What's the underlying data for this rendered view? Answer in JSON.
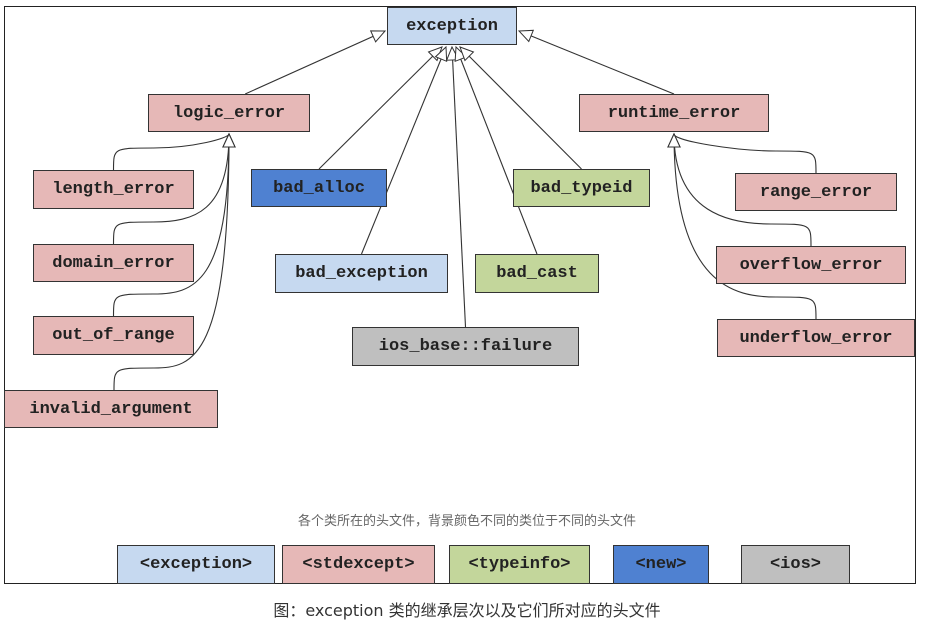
{
  "colors": {
    "exception": "#c6d9f0",
    "stdexcept": "#e6b8b7",
    "typeinfo": "#c3d69b",
    "new": "#4f81d1",
    "ios": "#bfbfbf"
  },
  "nodes": {
    "exception": {
      "label": "exception",
      "header": "exception"
    },
    "logic_error": {
      "label": "logic_error",
      "header": "stdexcept"
    },
    "runtime_error": {
      "label": "runtime_error",
      "header": "stdexcept"
    },
    "length_error": {
      "label": "length_error",
      "header": "stdexcept"
    },
    "domain_error": {
      "label": "domain_error",
      "header": "stdexcept"
    },
    "out_of_range": {
      "label": "out_of_range",
      "header": "stdexcept"
    },
    "invalid_argument": {
      "label": "invalid_argument",
      "header": "stdexcept"
    },
    "bad_alloc": {
      "label": "bad_alloc",
      "header": "new"
    },
    "bad_exception": {
      "label": "bad_exception",
      "header": "exception"
    },
    "ios_base_failure": {
      "label": "ios_base::failure",
      "header": "ios"
    },
    "bad_cast": {
      "label": "bad_cast",
      "header": "typeinfo"
    },
    "bad_typeid": {
      "label": "bad_typeid",
      "header": "typeinfo"
    },
    "range_error": {
      "label": "range_error",
      "header": "stdexcept"
    },
    "overflow_error": {
      "label": "overflow_error",
      "header": "stdexcept"
    },
    "underflow_error": {
      "label": "underflow_error",
      "header": "stdexcept"
    }
  },
  "edges": [
    [
      "logic_error",
      "exception"
    ],
    [
      "runtime_error",
      "exception"
    ],
    [
      "bad_alloc",
      "exception"
    ],
    [
      "bad_exception",
      "exception"
    ],
    [
      "ios_base_failure",
      "exception"
    ],
    [
      "bad_cast",
      "exception"
    ],
    [
      "bad_typeid",
      "exception"
    ],
    [
      "length_error",
      "logic_error"
    ],
    [
      "domain_error",
      "logic_error"
    ],
    [
      "out_of_range",
      "logic_error"
    ],
    [
      "invalid_argument",
      "logic_error"
    ],
    [
      "range_error",
      "runtime_error"
    ],
    [
      "overflow_error",
      "runtime_error"
    ],
    [
      "underflow_error",
      "runtime_error"
    ]
  ],
  "legend": {
    "note": "各个类所在的头文件，背景颜色不同的类位于不同的头文件",
    "items": [
      {
        "label": "<exception>",
        "header": "exception"
      },
      {
        "label": "<stdexcept>",
        "header": "stdexcept"
      },
      {
        "label": "<typeinfo>",
        "header": "typeinfo"
      },
      {
        "label": "<new>",
        "header": "new"
      },
      {
        "label": "<ios>",
        "header": "ios"
      }
    ]
  },
  "caption": "图：exception 类的继承层次以及它们所对应的头文件"
}
